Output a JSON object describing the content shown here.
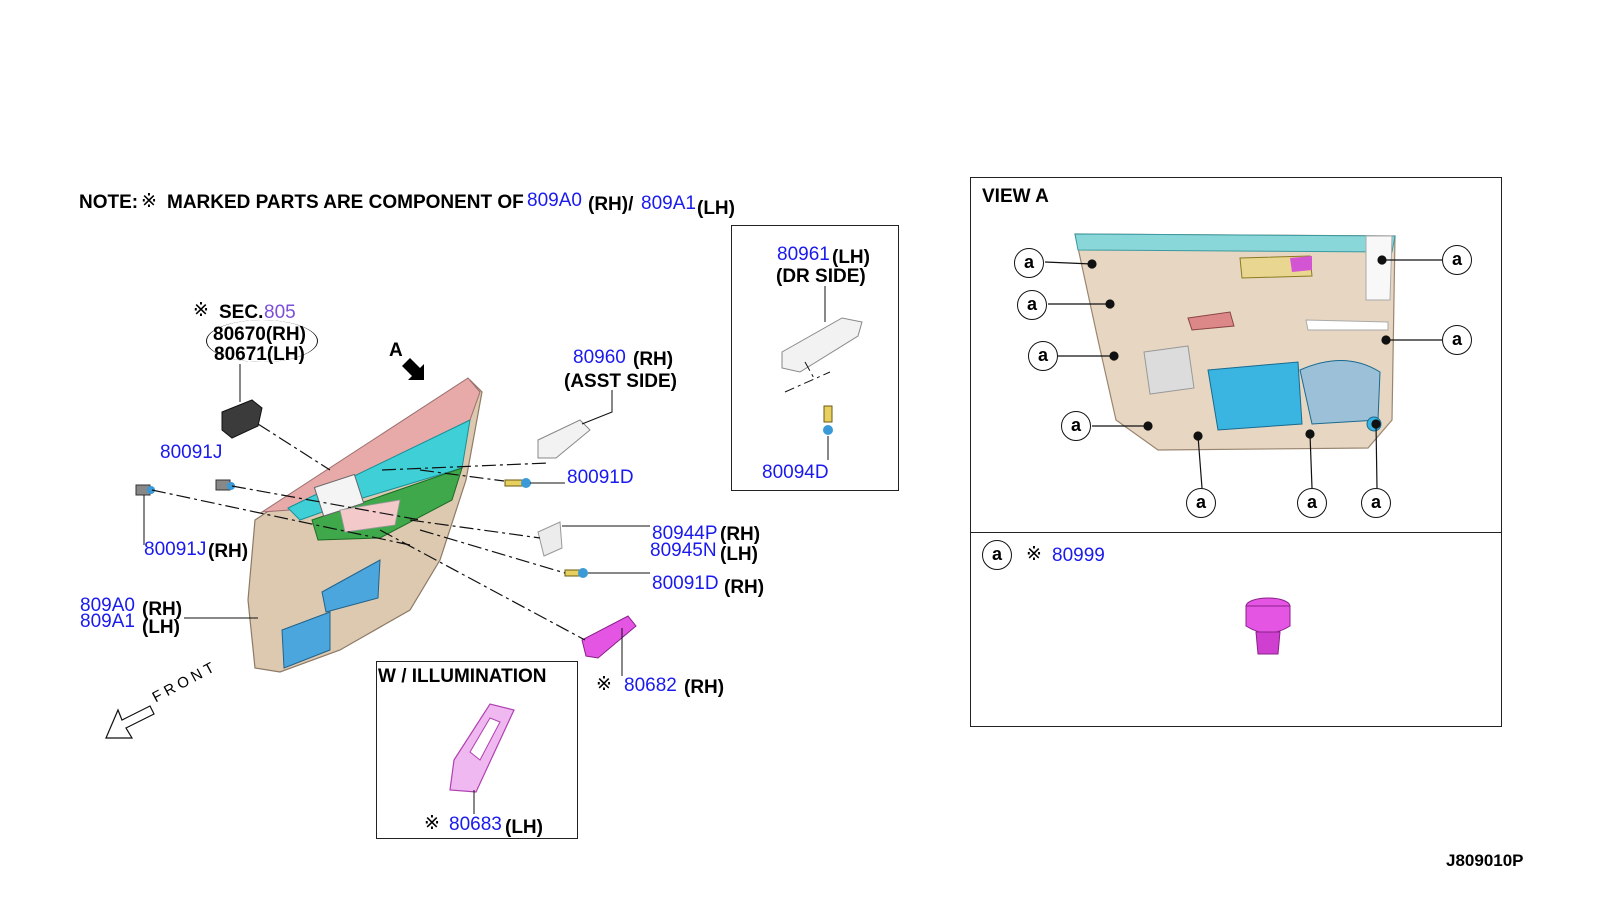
{
  "note": {
    "prefix": "NOTE:",
    "mark": "※",
    "text": "MARKED PARTS ARE COMPONENT OF",
    "part_rh": "809A0",
    "rh": "(RH)/",
    "part_lh": "809A1",
    "lh": "(LH)"
  },
  "view_a_marker": "A",
  "front_label": "FRONT",
  "parts": {
    "sec_mark": "※",
    "sec_prefix": "SEC.",
    "sec_num": "805",
    "p80670": "80670(RH)",
    "p80671": "80671(LH)",
    "p80091J_a": "80091J",
    "p80091J_b": "80091J",
    "p80091J_b_side": "(RH)",
    "p809A0": "809A0",
    "p809A0_side": "(RH)",
    "p809A1": "809A1",
    "p809A1_side": "(LH)",
    "p80960": "80960",
    "p80960_side": "(RH)",
    "p80960_note": "(ASST SIDE)",
    "p80091D_a": "80091D",
    "p80944P": "80944P",
    "p80944P_side": "(RH)",
    "p80945N": "80945N",
    "p80945N_side": "(LH)",
    "p80091D_b": "80091D",
    "p80091D_b_side": "(RH)",
    "p80682_mark": "※",
    "p80682": "80682",
    "p80682_side": "(RH)",
    "p80961": "80961",
    "p80961_side": "(LH)",
    "p80961_note": "(DR SIDE)",
    "p80094D": "80094D"
  },
  "illumination_box": {
    "title": "W /  ILLUMINATION",
    "mark": "※",
    "part": "80683",
    "side": "(LH)"
  },
  "view_a": {
    "title": "VIEW A",
    "clip_letter": "a",
    "legend_mark": "※",
    "legend_part": "80999"
  },
  "diagram_code": "J809010P",
  "colors": {
    "part_number": "#1a1aee",
    "section_ref": "#7b4fd8",
    "trim_beige": "#ddc9b0",
    "speaker_blue": "#4aa6dc",
    "armrest_green": "#3fa84a",
    "upper_cyan": "#3ed0d6",
    "top_pink": "#e8a9a9",
    "clip_magenta": "#e455e4"
  }
}
